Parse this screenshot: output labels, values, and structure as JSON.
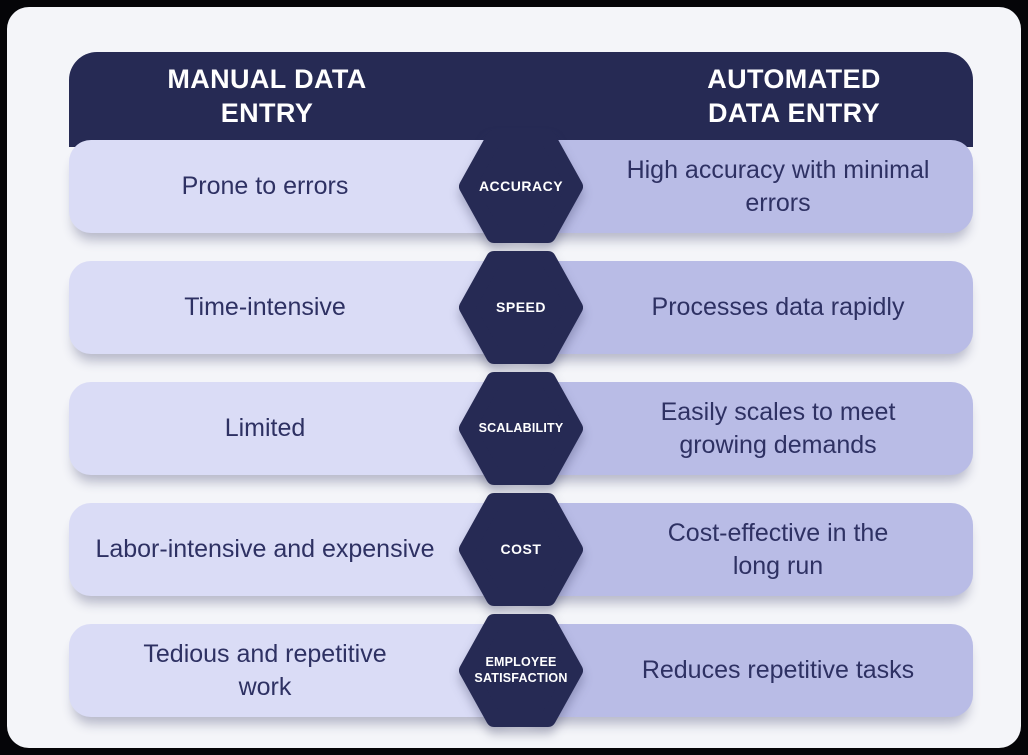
{
  "title": "Manual Data Entry vs Automated Data Entry comparison table",
  "colors": {
    "frame": "#050508",
    "background": "#f4f5f9",
    "navy": "#262a54",
    "left_pill": "#dadcf6",
    "right_pill": "#b9bce6",
    "text_dark": "#2e3163",
    "white": "#ffffff"
  },
  "header": {
    "manual_title": "MANUAL DATA\nENTRY",
    "automated_title": "AUTOMATED\nDATA ENTRY"
  },
  "rows": [
    {
      "manual": "Prone to errors",
      "category": "ACCURACY",
      "automated": "High accuracy with minimal\nerrors"
    },
    {
      "manual": "Time-intensive",
      "category": "SPEED",
      "automated": "Processes data rapidly"
    },
    {
      "manual": "Limited",
      "category": "SCALABILITY",
      "automated": "Easily scales to meet\ngrowing demands"
    },
    {
      "manual": "Labor-intensive and expensive",
      "category": "COST",
      "automated": "Cost-effective in the\nlong run"
    },
    {
      "manual": "Tedious and repetitive\nwork",
      "category": "EMPLOYEE\nSATISFACTION",
      "automated": "Reduces repetitive tasks"
    }
  ]
}
